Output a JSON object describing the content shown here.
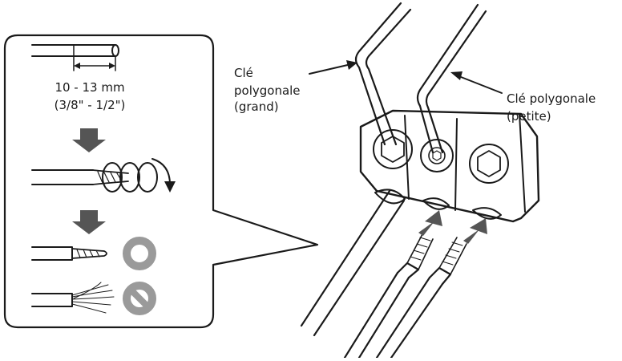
{
  "inset": {
    "strip_length_mm": "10 - 13 mm",
    "strip_length_in": "(3/8\" - 1/2\")"
  },
  "labels": {
    "wrench_large_line1": "Clé",
    "wrench_large_line2": "polygonale",
    "wrench_large_line3": "(grand)",
    "wrench_small_line1": "Clé polygonale",
    "wrench_small_line2": "(petite)"
  },
  "icons": {
    "correct": "ok-ring-icon",
    "incorrect": "prohibited-icon"
  },
  "colors": {
    "line": "#1a1a1a",
    "arrow_gray": "#555555",
    "symbol_gray": "#9a9a9a",
    "terminal_fill": "#ffffff"
  }
}
